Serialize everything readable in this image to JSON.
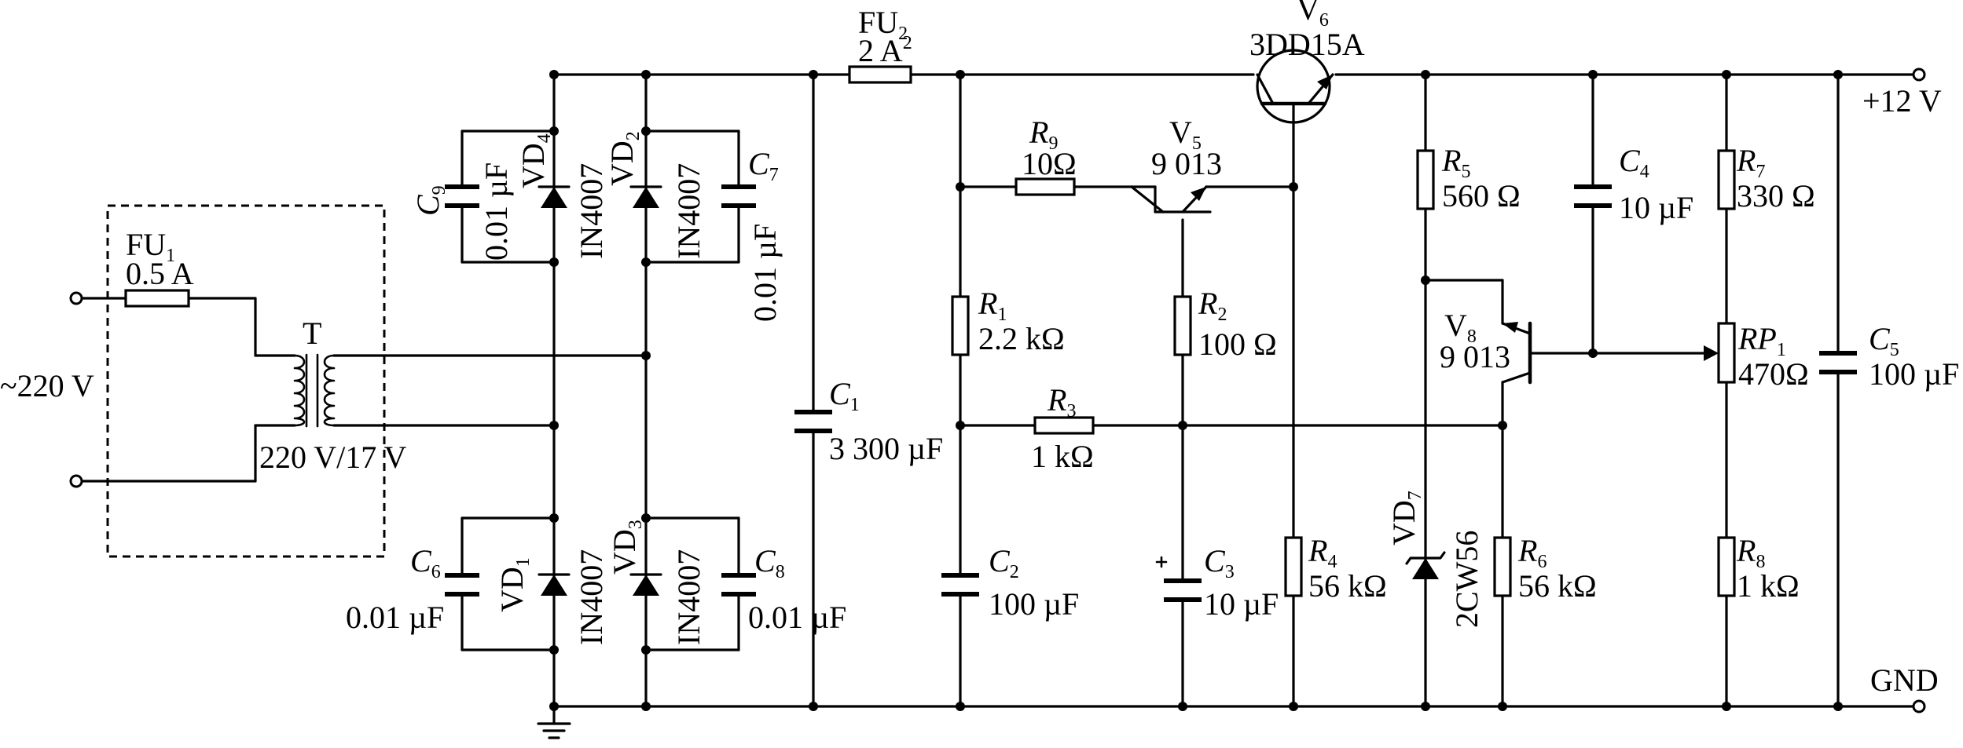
{
  "diagram": {
    "input_label": "~220 V",
    "transformer": {
      "name": "T",
      "ratio": "220 V/17 V"
    },
    "fuses": [
      {
        "id": "FU",
        "sub": "1",
        "value": "0.5 A"
      },
      {
        "id": "FU",
        "sub": "2",
        "value": "2 A"
      }
    ],
    "outputs": {
      "positive": "+12 V",
      "ground": "GND"
    },
    "diodes": [
      {
        "id": "VD",
        "sub": "1",
        "part": "IN4007"
      },
      {
        "id": "VD",
        "sub": "2",
        "part": "IN4007"
      },
      {
        "id": "VD",
        "sub": "3",
        "part": "IN4007"
      },
      {
        "id": "VD",
        "sub": "4",
        "part": "IN4007"
      },
      {
        "id": "VD",
        "sub": "7",
        "part": "2CW56"
      }
    ],
    "transistors": [
      {
        "id": "V",
        "sub": "5",
        "part": "9 013"
      },
      {
        "id": "V",
        "sub": "6",
        "part": "3DD15A"
      },
      {
        "id": "V",
        "sub": "8",
        "part": "9 013"
      }
    ],
    "capacitors": [
      {
        "id": "C",
        "sub": "1",
        "value": "3 300 µF"
      },
      {
        "id": "C",
        "sub": "2",
        "value": "100 µF"
      },
      {
        "id": "C",
        "sub": "3",
        "value": "10 µF"
      },
      {
        "id": "C",
        "sub": "4",
        "value": "10 µF"
      },
      {
        "id": "C",
        "sub": "5",
        "value": "100 µF"
      },
      {
        "id": "C",
        "sub": "6",
        "value": "0.01 µF"
      },
      {
        "id": "C",
        "sub": "7",
        "value": "0.01 µF"
      },
      {
        "id": "C",
        "sub": "8",
        "value": "0.01 µF"
      },
      {
        "id": "C",
        "sub": "9",
        "value": "0.01 µF"
      }
    ],
    "resistors": [
      {
        "id": "R",
        "sub": "1",
        "value": "2.2 kΩ"
      },
      {
        "id": "R",
        "sub": "2",
        "value": "100 Ω"
      },
      {
        "id": "R",
        "sub": "3",
        "value": "1 kΩ"
      },
      {
        "id": "R",
        "sub": "4",
        "value": "56 kΩ"
      },
      {
        "id": "R",
        "sub": "5",
        "value": "560 Ω"
      },
      {
        "id": "R",
        "sub": "6",
        "value": "56 kΩ"
      },
      {
        "id": "R",
        "sub": "7",
        "value": "330 Ω"
      },
      {
        "id": "R",
        "sub": "8",
        "value": "1 kΩ"
      },
      {
        "id": "R",
        "sub": "9",
        "value": "10Ω"
      }
    ],
    "potentiometer": {
      "id": "RP",
      "sub": "1",
      "value": "470Ω"
    }
  }
}
